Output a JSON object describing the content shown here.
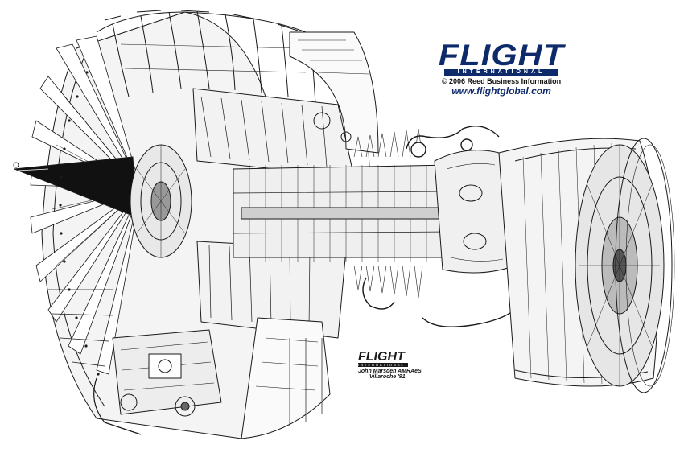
{
  "brand": {
    "logo": "FLIGHT",
    "subtitle": "INTERNATIONAL",
    "copyright": "© 2006 Reed Business Information",
    "url": "www.flightglobal.com",
    "color": "#0d2a6b"
  },
  "signature": {
    "logo": "FLIGHT",
    "subtitle": "INTERNATIONAL",
    "artist": "John Marsden AMRAeS",
    "place": "Villaroche '91"
  },
  "illustration": {
    "subject": "turbofan-engine-cutaway",
    "line_color": "#1a1a1a",
    "background": "#ffffff"
  }
}
